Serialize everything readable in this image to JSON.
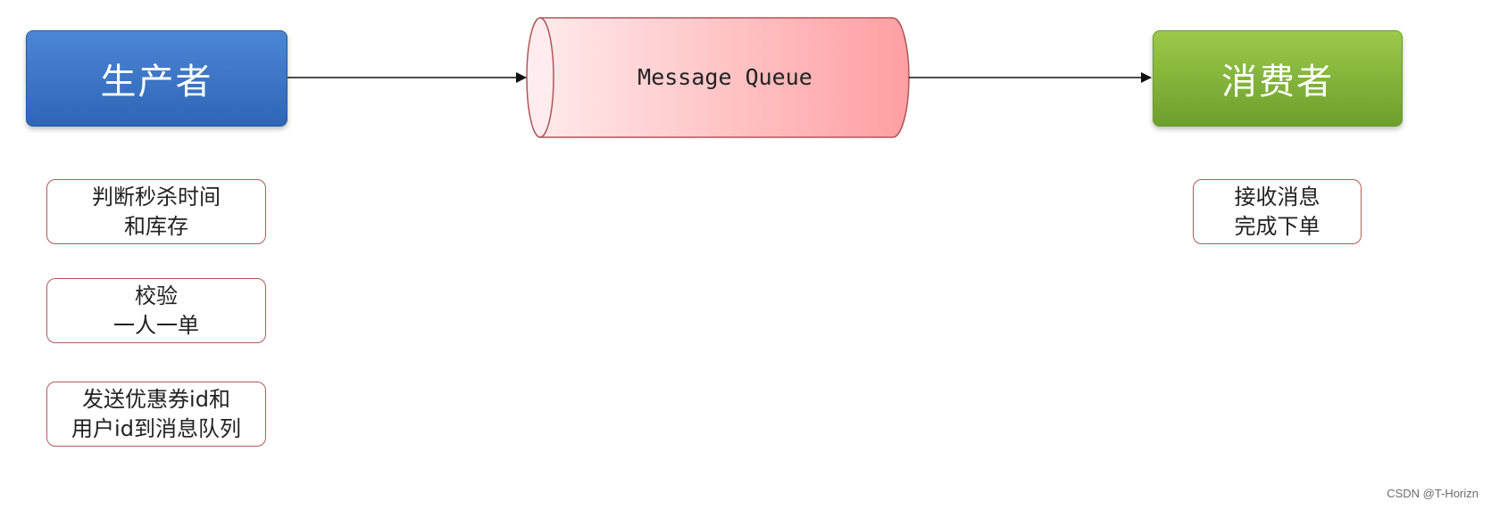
{
  "nodes": {
    "producer": "生产者",
    "queue": "Message Queue",
    "consumer": "消费者"
  },
  "producer_steps": [
    "判断秒杀时间\n和库存",
    "校验\n一人一单",
    "发送优惠券id和\n用户id到消息队列"
  ],
  "consumer_steps": [
    "接收消息\n完成下单"
  ],
  "watermark": "CSDN @T-Horizn",
  "colors": {
    "producer": "#3a72c4",
    "consumer": "#86b63d",
    "queue_light": "#ffe6e8",
    "queue_dark": "#ffa0a3",
    "step_border": "#b05a5a"
  }
}
